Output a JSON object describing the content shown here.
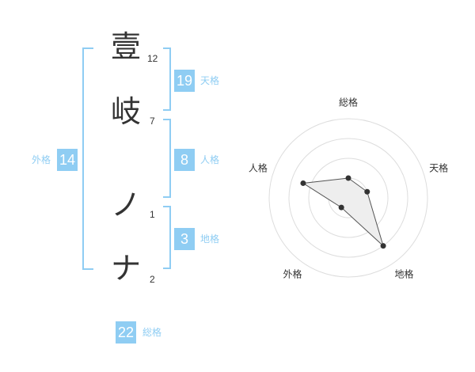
{
  "name": {
    "chars": [
      {
        "char": "壹",
        "strokes": "12"
      },
      {
        "char": "岐",
        "strokes": "7"
      },
      {
        "char": "ノ",
        "strokes": "1"
      },
      {
        "char": "ナ",
        "strokes": "2"
      }
    ]
  },
  "kaku": {
    "tenkaku": {
      "value": "19",
      "label": "天格"
    },
    "jinkaku": {
      "value": "8",
      "label": "人格"
    },
    "chikaku": {
      "value": "3",
      "label": "地格"
    },
    "gaikaku": {
      "value": "14",
      "label": "外格"
    },
    "soukaku": {
      "value": "22",
      "label": "総格"
    }
  },
  "radar": {
    "axes": [
      "総格",
      "天格",
      "地格",
      "外格",
      "人格"
    ],
    "scores": [
      1,
      1,
      3,
      0.6,
      2.4
    ],
    "max": 4,
    "colors": {
      "grid": "#dddddd",
      "fill": "#eeeeee",
      "line": "#555555",
      "point": "#333333",
      "center": "#cccccc"
    }
  },
  "colors": {
    "accent": "#8fcdf3",
    "text": "#333333"
  }
}
